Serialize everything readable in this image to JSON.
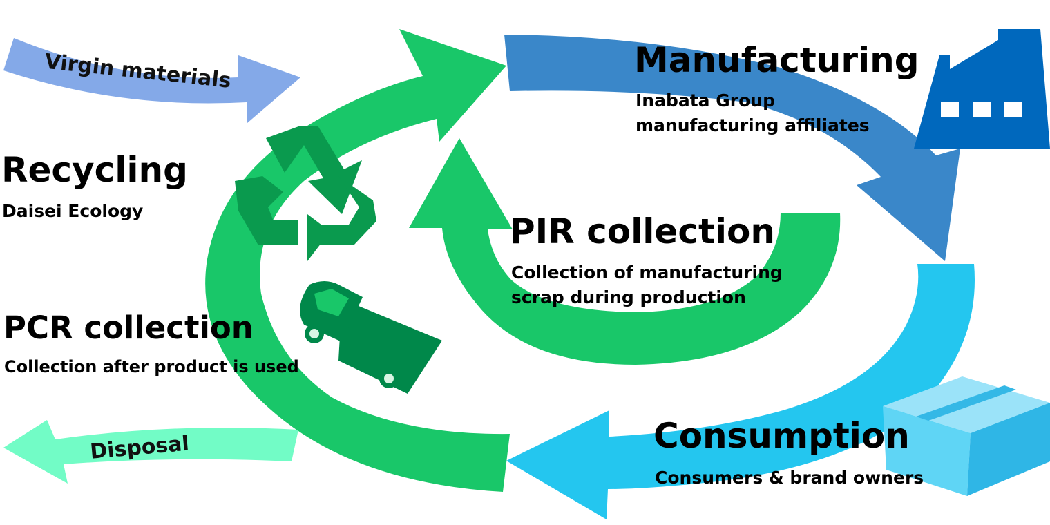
{
  "stages": {
    "manufacturing": {
      "title": "Manufacturing",
      "subtitle_line1": "Inabata Group",
      "subtitle_line2": "manufacturing affiliates",
      "color": "#3a87c9"
    },
    "consumption": {
      "title": "Consumption",
      "subtitle": "Consumers & brand owners",
      "color": "#24c6ef"
    },
    "recycling": {
      "title": "Recycling",
      "subtitle": "Daisei Ecology",
      "color": "#19c769"
    },
    "pcr_collection": {
      "title": "PCR collection",
      "subtitle": "Collection after product is used"
    },
    "pir_collection": {
      "title": "PIR collection",
      "subtitle_line1": "Collection of manufacturing",
      "subtitle_line2": "scrap during production"
    }
  },
  "flows": {
    "inflow": {
      "label": "Virgin materials",
      "color": "#84a9e8"
    },
    "outflow": {
      "label": "Disposal",
      "color": "#72fcc6"
    }
  },
  "icons": {
    "factory": {
      "name": "factory-icon",
      "color": "#0068bd"
    },
    "box": {
      "name": "box-icon",
      "color": "#5fd5f5"
    },
    "recycle": {
      "name": "recycle-icon",
      "color": "#0a9a4e"
    },
    "truck": {
      "name": "truck-icon",
      "color": "#00884a"
    }
  }
}
